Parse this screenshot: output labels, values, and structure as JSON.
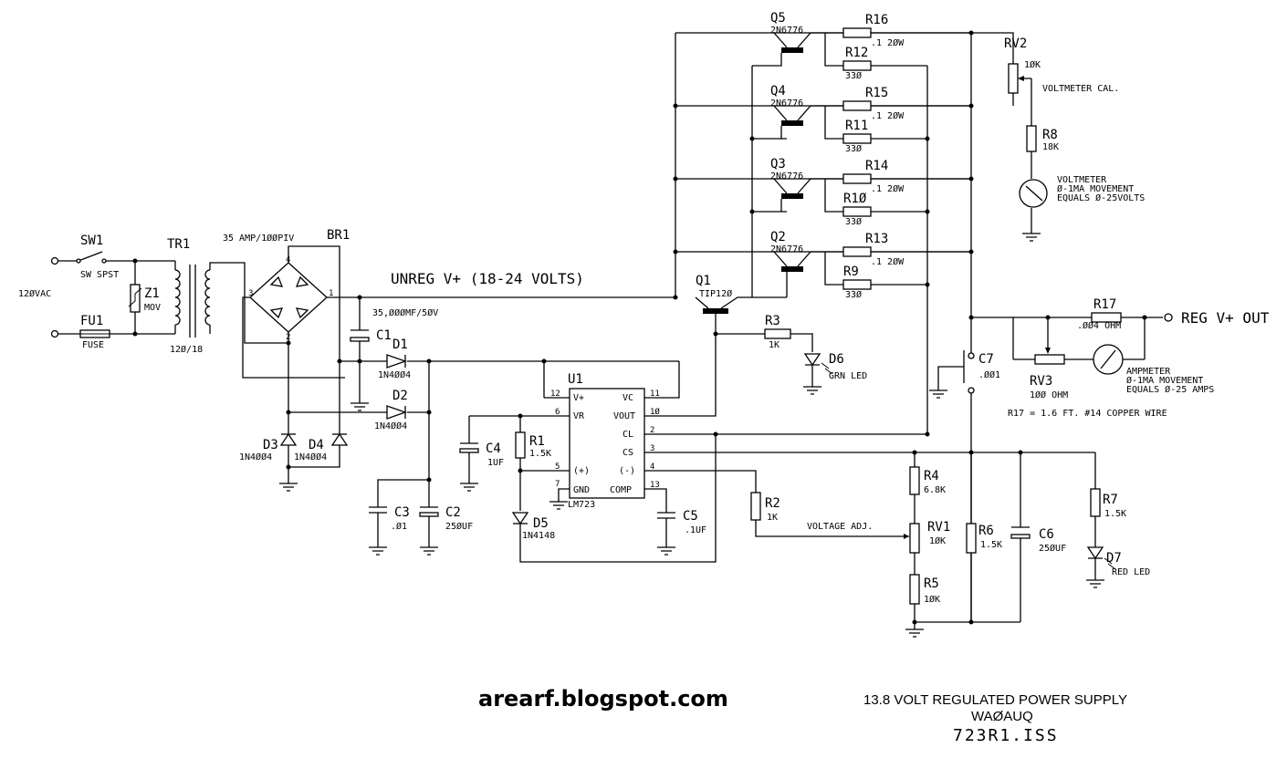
{
  "components": {
    "sw1": {
      "ref": "SW1",
      "value": "SW SPST"
    },
    "fu1": {
      "ref": "FU1",
      "value": "FUSE"
    },
    "ac_in": "12ØVAC",
    "z1": {
      "ref": "Z1",
      "value": "MOV"
    },
    "tr1": {
      "ref": "TR1",
      "value": "12Ø/18"
    },
    "br1": {
      "ref": "BR1",
      "value": "35 AMP/1ØØPIV",
      "pins": [
        "4",
        "3",
        "1",
        "2"
      ]
    },
    "c1": {
      "ref": "C1",
      "value": "35,ØØØMF/5ØV"
    },
    "d1": {
      "ref": "D1",
      "value": "1N4ØØ4"
    },
    "d2": {
      "ref": "D2",
      "value": "1N4ØØ4"
    },
    "d3": {
      "ref": "D3",
      "value": "1N4ØØ4"
    },
    "d4": {
      "ref": "D4",
      "value": "1N4ØØ4"
    },
    "c2": {
      "ref": "C2",
      "value": "25ØUF"
    },
    "c3": {
      "ref": "C3",
      "value": ".Ø1"
    },
    "c4": {
      "ref": "C4",
      "value": "1UF"
    },
    "r1": {
      "ref": "R1",
      "value": "1.5K"
    },
    "d5": {
      "ref": "D5",
      "value": "1N4148"
    },
    "c5": {
      "ref": "C5",
      "value": ".1UF"
    },
    "r2": {
      "ref": "R2",
      "value": "1K"
    },
    "r3": {
      "ref": "R3",
      "value": "1K"
    },
    "d6": {
      "ref": "D6",
      "value": "GRN LED"
    },
    "q1": {
      "ref": "Q1",
      "value": "TIP12Ø"
    },
    "q2": {
      "ref": "Q2",
      "value": "2N6776"
    },
    "q3": {
      "ref": "Q3",
      "value": "2N6776"
    },
    "q4": {
      "ref": "Q4",
      "value": "2N6776"
    },
    "q5": {
      "ref": "Q5",
      "value": "2N6776"
    },
    "r9": {
      "ref": "R9",
      "value": "33Ø"
    },
    "r10": {
      "ref": "R1Ø",
      "value": "33Ø"
    },
    "r11": {
      "ref": "R11",
      "value": "33Ø"
    },
    "r12": {
      "ref": "R12",
      "value": "33Ø"
    },
    "r13": {
      "ref": "R13",
      "value": ".1 2ØW"
    },
    "r14": {
      "ref": "R14",
      "value": ".1 2ØW"
    },
    "r15": {
      "ref": "R15",
      "value": ".1 2ØW"
    },
    "r16": {
      "ref": "R16",
      "value": ".1 2ØW"
    },
    "rv2": {
      "ref": "RV2",
      "value": "1ØK",
      "note": "VOLTMETER CAL."
    },
    "r8": {
      "ref": "R8",
      "value": "18K"
    },
    "voltmeter": [
      "VOLTMETER",
      "Ø-1MA MOVEMENT",
      "EQUALS Ø-25VOLTS"
    ],
    "c7": {
      "ref": "C7",
      "value": ".ØØ1"
    },
    "r17": {
      "ref": "R17",
      "value": ".ØØ4 OHM"
    },
    "rv3": {
      "ref": "RV3",
      "value": "1ØØ OHM"
    },
    "ammeter": [
      "AMPMETER",
      "Ø-1MA MOVEMENT",
      "EQUALS Ø-25 AMPS"
    ],
    "r17_note": "R17 = 1.6 FT. #14 COPPER WIRE",
    "r4": {
      "ref": "R4",
      "value": "6.8K"
    },
    "rv1": {
      "ref": "RV1",
      "value": "1ØK"
    },
    "r5": {
      "ref": "R5",
      "value": "1ØK"
    },
    "r6": {
      "ref": "R6",
      "value": "1.5K"
    },
    "c6": {
      "ref": "C6",
      "value": "25ØUF"
    },
    "r7": {
      "ref": "R7",
      "value": "1.5K"
    },
    "d7": {
      "ref": "D7",
      "value": "RED LED"
    }
  },
  "u1": {
    "ref": "U1",
    "part": "LM723",
    "left_pins": [
      {
        "num": "12",
        "name": "V+"
      },
      {
        "num": "6",
        "name": "VR"
      },
      {
        "num": "5",
        "name": "(+)"
      },
      {
        "num": "7",
        "name": "GND"
      }
    ],
    "right_pins": [
      {
        "num": "11",
        "name": "VC"
      },
      {
        "num": "1Ø",
        "name": "VOUT"
      },
      {
        "num": "2",
        "name": "CL"
      },
      {
        "num": "3",
        "name": "CS"
      },
      {
        "num": "4",
        "name": "(-)"
      },
      {
        "num": "13",
        "name": "COMP"
      }
    ]
  },
  "nets": {
    "unreg": "UNREG V+ (18-24 VOLTS)",
    "reg_out": "REG V+ OUT",
    "voltage_adj": "VOLTAGE ADJ."
  },
  "footer": {
    "blog": "arearf.blogspot.com",
    "title": "13.8 VOLT REGULATED POWER SUPPLY",
    "callsign": "WAØAUQ",
    "filename": "723R1.ISS"
  }
}
